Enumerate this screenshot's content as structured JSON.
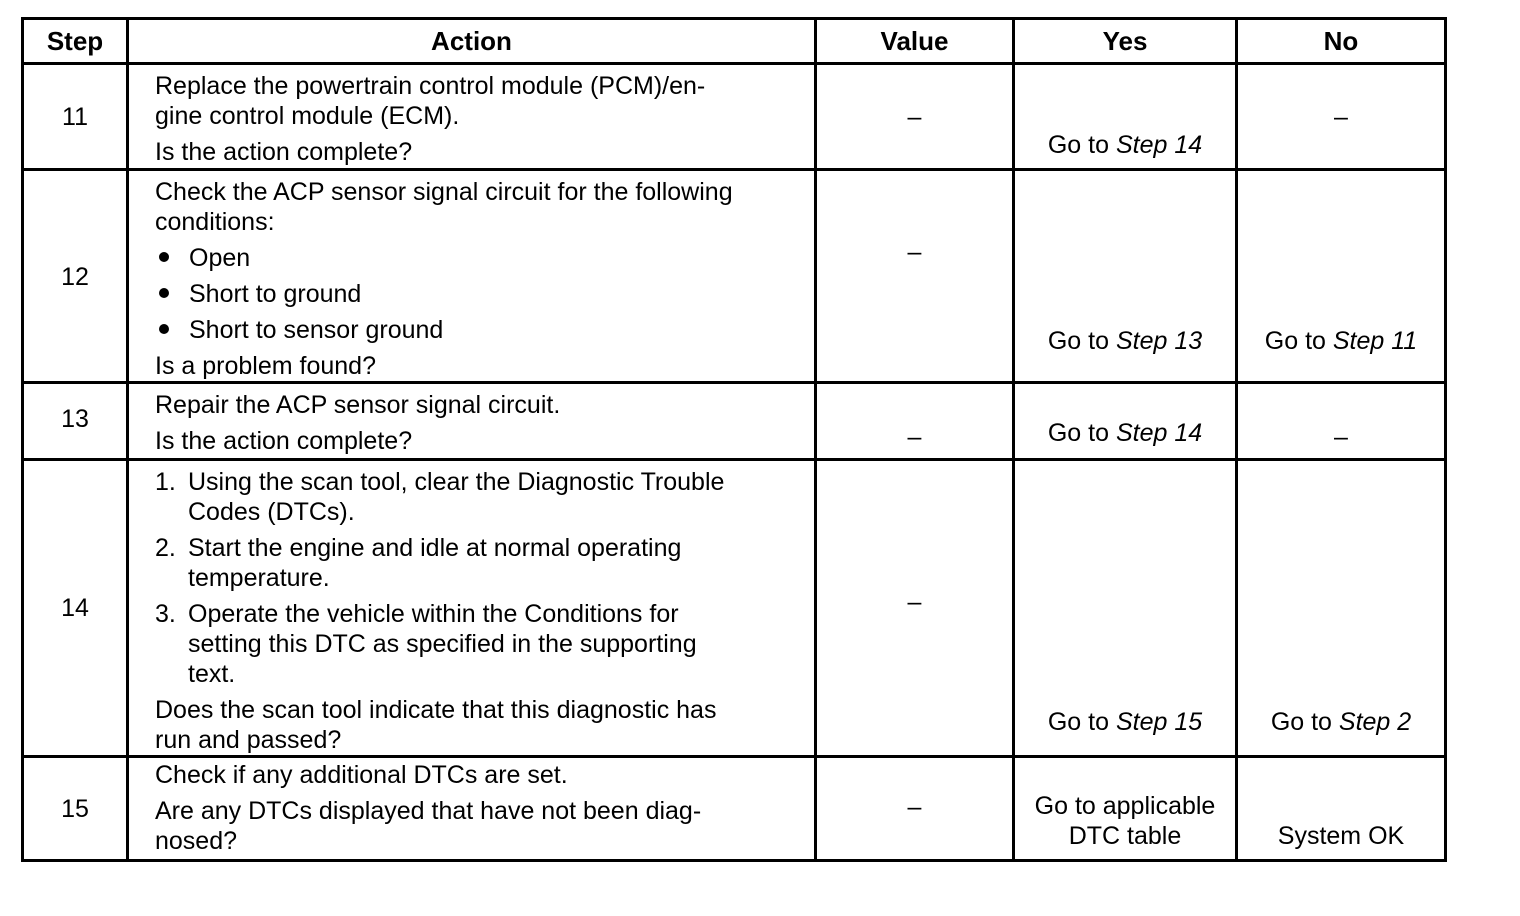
{
  "headers": {
    "step": "Step",
    "action": "Action",
    "value": "Value",
    "yes": "Yes",
    "no": "No"
  },
  "rows": [
    {
      "step": "11",
      "action": [
        "Replace the powertrain control module (PCM)/en-",
        "gine control module (ECM).",
        "Is the action complete?"
      ],
      "value": "–",
      "yes_prefix": "Go to ",
      "yes_step": "Step 14",
      "no": "–"
    },
    {
      "step": "12",
      "action_intro": [
        "Check the ACP sensor signal circuit for the following",
        "conditions:"
      ],
      "bullets": [
        "Open",
        "Short to ground",
        "Short to sensor ground"
      ],
      "action_question": "Is a problem found?",
      "value": "–",
      "yes_prefix": "Go to ",
      "yes_step": "Step 13",
      "no_prefix": "Go to ",
      "no_step": "Step 11"
    },
    {
      "step": "13",
      "action": [
        "Repair the ACP sensor signal circuit.",
        "Is the action complete?"
      ],
      "value": "–",
      "yes_prefix": "Go to ",
      "yes_step": "Step 14",
      "no": "–"
    },
    {
      "step": "14",
      "numbered": [
        {
          "n": "1.",
          "lines": [
            "Using the scan tool, clear the Diagnostic Trouble",
            "Codes (DTCs)."
          ]
        },
        {
          "n": "2.",
          "lines": [
            "Start the engine and idle at normal operating",
            "temperature."
          ]
        },
        {
          "n": "3.",
          "lines": [
            "Operate the vehicle within the Conditions for",
            "setting this DTC as specified in the supporting",
            "text."
          ]
        }
      ],
      "action_question": [
        "Does the scan tool indicate that this diagnostic has",
        "run and passed?"
      ],
      "value": "–",
      "yes_prefix": "Go to ",
      "yes_step": "Step 15",
      "no_prefix": "Go to ",
      "no_step": "Step 2"
    },
    {
      "step": "15",
      "action": [
        "Check if any additional DTCs are set.",
        "Are any DTCs displayed that have not been diag-",
        "nosed?"
      ],
      "value": "–",
      "yes": [
        "Go to applicable",
        "DTC table"
      ],
      "no": "System OK"
    }
  ]
}
